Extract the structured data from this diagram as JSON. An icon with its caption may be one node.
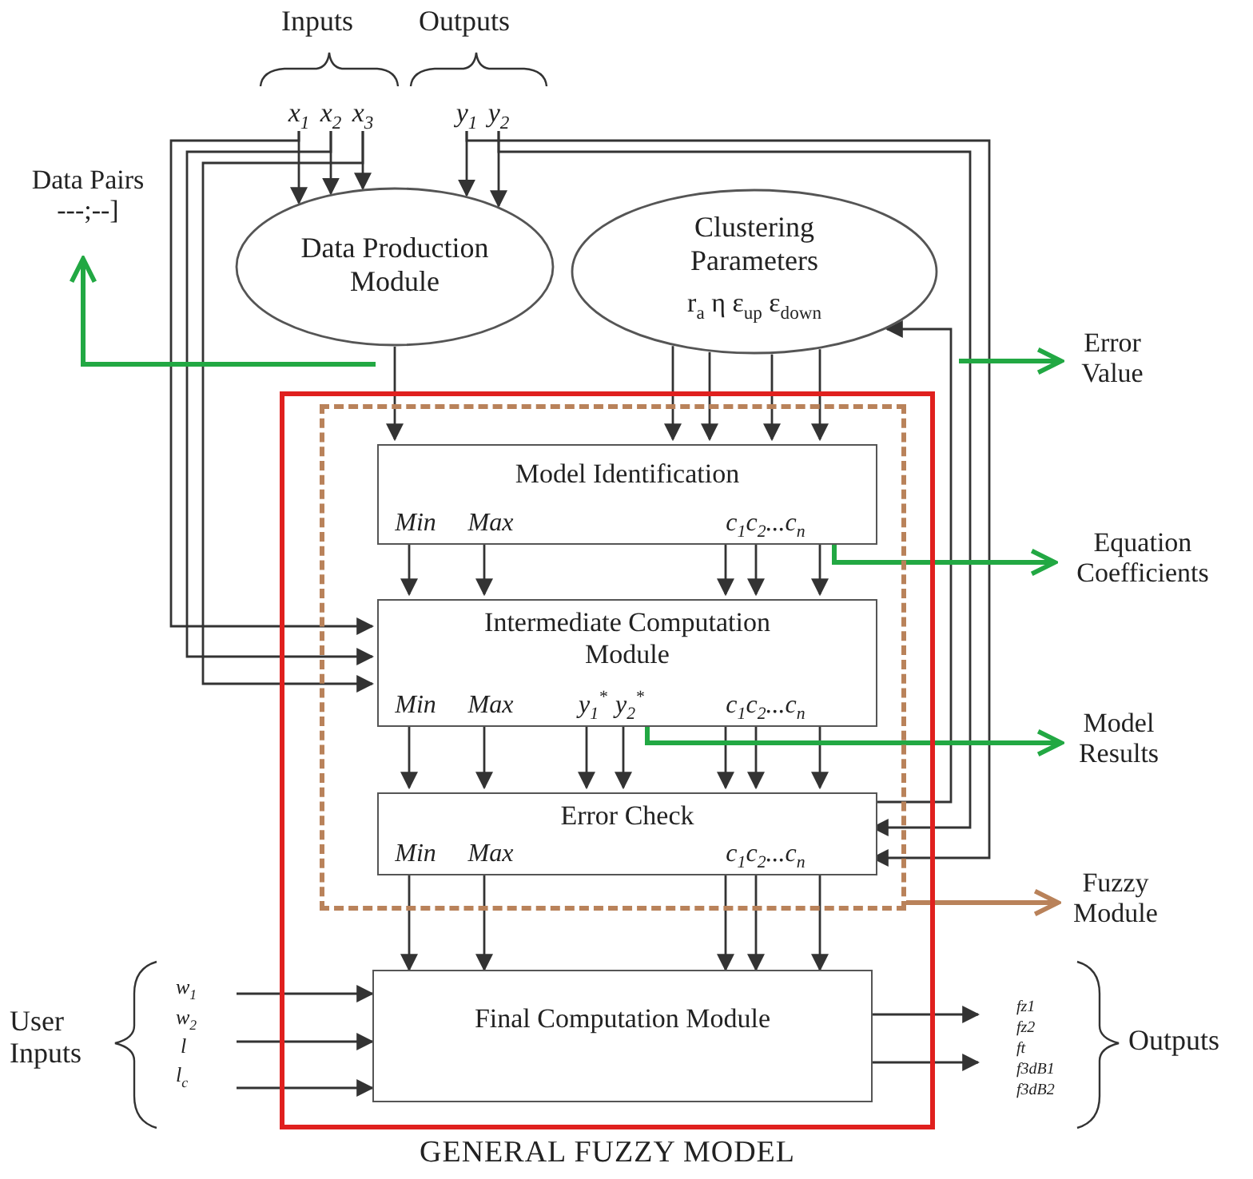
{
  "diagram": {
    "nodes": [
      {
        "text": [
          "GENERAL FUZZY MODEL"
        ]
      },
      {
        "text": [],
        "shape": "box",
        "in": 0
      },
      {
        "text": [
          "Model Identification",
          "Min",
          "Max",
          "c$_{1}$c$_{2}$...c$_{n}$"
        ],
        "in": 1
      },
      {
        "text": [
          "Intermediate Computation Module",
          "Min",
          "Max",
          "y$_{1}$$^{*}$",
          "y$_{2}$$^{*}$",
          "c$_{1}$c$_{2}$...c$_{n}$"
        ],
        "in": 1
      },
      {
        "text": [
          "Error Check",
          "Min",
          "Max",
          "c$_{1}$c$_{2}$...c$_{n}$"
        ],
        "in": 1
      },
      {
        "text": [
          "Final Computation Module"
        ],
        "in": 0
      },
      {
        "text": [
          "Data Production Module"
        ]
      },
      {
        "text": [
          "Clustering Parameters",
          "r$_{a}$ η ε$_{up}$ ε$_{down}$"
        ]
      },
      {
        "text": [
          "x$_{1}$"
        ]
      },
      {
        "text": [
          "x$_{2}$"
        ]
      },
      {
        "text": [
          "x$_{3}$"
        ]
      },
      {
        "text": [
          "y$_{1}$"
        ]
      },
      {
        "text": [
          "y$_{2}$"
        ]
      },
      {
        "text": [
          "Data Pairs",
          "---;--]"
        ]
      },
      {
        "text": [
          "Error Value"
        ]
      },
      {
        "text": [
          "Equation Coefficients"
        ]
      },
      {
        "text": [
          "Model Results"
        ]
      },
      {
        "text": [
          "Fuzzy Module"
        ]
      }
    ],
    "edges": [
      {
        "from": 8,
        "to": 6,
        "arrow": "to"
      },
      {
        "from": 9,
        "to": 6,
        "arrow": "to"
      },
      {
        "from": 10,
        "to": 6,
        "arrow": "to"
      },
      {
        "from": 11,
        "to": 6,
        "arrow": "to"
      },
      {
        "from": 12,
        "to": 6,
        "arrow": "to"
      },
      {
        "from": 8,
        "to": 3,
        "arrow": "to"
      },
      {
        "from": 9,
        "to": 3,
        "arrow": "to"
      },
      {
        "from": 10,
        "to": 3,
        "arrow": "to"
      },
      {
        "from": 11,
        "to": 4,
        "arrow": "to"
      },
      {
        "from": 12,
        "to": 4,
        "arrow": "to"
      },
      {
        "from": 4,
        "to": 7,
        "arrow": "to"
      },
      {
        "from": 6,
        "to": 2,
        "arrow": "to"
      },
      {
        "from": 7,
        "to": 2,
        "arrow": "to"
      },
      {
        "from": 7,
        "to": 2,
        "arrow": "to"
      },
      {
        "from": 7,
        "to": 2,
        "arrow": "to"
      },
      {
        "from": 7,
        "to": 2,
        "arrow": "to"
      },
      {
        "from": 2,
        "to": 3,
        "arrow": "to"
      },
      {
        "from": 2,
        "to": 3,
        "arrow": "to"
      },
      {
        "from": 2,
        "to": 3,
        "arrow": "to"
      },
      {
        "from": 2,
        "to": 3,
        "arrow": "to"
      },
      {
        "from": 2,
        "to": 3,
        "arrow": "to"
      },
      {
        "from": 3,
        "to": 4,
        "arrow": "to"
      },
      {
        "from": 3,
        "to": 4,
        "arrow": "to"
      },
      {
        "from": 3,
        "to": 4,
        "arrow": "to"
      },
      {
        "from": 3,
        "to": 4,
        "arrow": "to"
      },
      {
        "from": 3,
        "to": 4,
        "arrow": "to"
      },
      {
        "from": 3,
        "to": 4,
        "arrow": "to"
      },
      {
        "from": 3,
        "to": 4,
        "arrow": "to"
      },
      {
        "from": 4,
        "to": 5,
        "arrow": "to"
      },
      {
        "from": 4,
        "to": 5,
        "arrow": "to"
      },
      {
        "from": 4,
        "to": 5,
        "arrow": "to"
      },
      {
        "from": 4,
        "to": 5,
        "arrow": "to"
      },
      {
        "from": 4,
        "to": 5,
        "arrow": "to"
      },
      {
        "from": null,
        "to": 5,
        "arrow": "to"
      },
      {
        "from": null,
        "to": 5,
        "arrow": "to"
      },
      {
        "from": null,
        "to": 5,
        "arrow": "to"
      },
      {
        "from": 5,
        "to": null,
        "arrow": "to"
      },
      {
        "from": 5,
        "to": null,
        "arrow": "to"
      },
      {
        "from": null,
        "to": 13,
        "arrow": "to",
        "style": "thick",
        "color": "#22a843"
      },
      {
        "from": null,
        "to": 14,
        "arrow": "to",
        "style": "thick",
        "color": "#22a843"
      },
      {
        "from": 2,
        "to": 15,
        "arrow": "to",
        "style": "thick",
        "color": "#22a843"
      },
      {
        "from": 3,
        "to": 16,
        "arrow": "to",
        "style": "thick",
        "color": "#22a843"
      },
      {
        "from": 1,
        "to": 17,
        "arrow": "to",
        "style": "thick",
        "color": "#b9825a"
      }
    ],
    "labels": [
      "Inputs",
      "Outputs",
      "w$_{1}$",
      "w$_{2}$",
      "l",
      "l$_{c}$",
      "User Inputs",
      "fz1",
      "fz2",
      "ft",
      "f3dB1",
      "f3dB2",
      "Outputs"
    ]
  }
}
